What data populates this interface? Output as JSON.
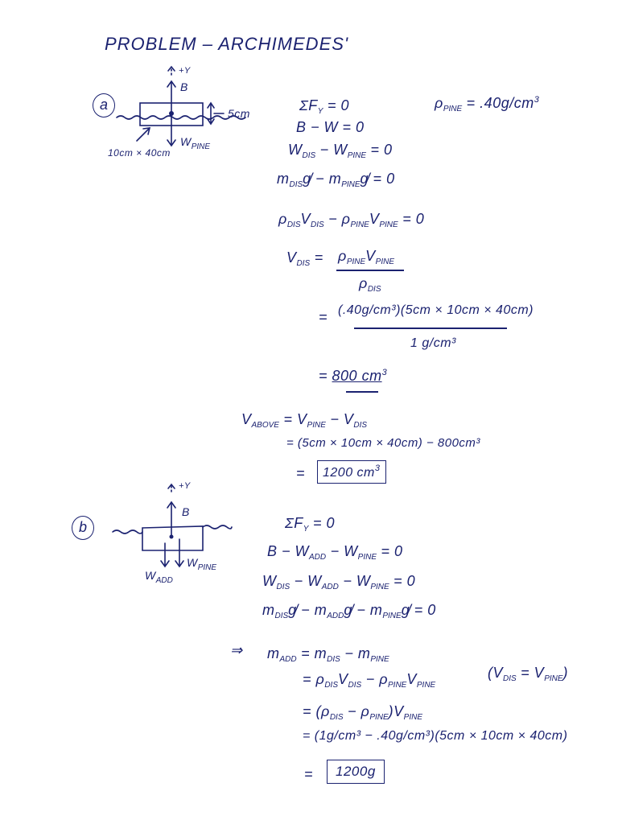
{
  "title": "PROBLEM – ARCHIMEDES'",
  "ink_color": "#1b2270",
  "part_a": {
    "label": "a",
    "diagram": {
      "axis_label": "+Y",
      "buoyancy_label": "B",
      "weight_label": "W",
      "weight_sub": "PINE",
      "height_label": "5cm",
      "base_label": "10cm × 40cm"
    },
    "given": {
      "symbol": "ρ",
      "sub": "PINE",
      "value": "= .40g/cm",
      "unit_exp": "3"
    },
    "equations": [
      {
        "text": "ΣF",
        "sub": "Y",
        "rest": " = 0"
      },
      {
        "text": "B − W = 0"
      },
      {
        "text": "W",
        "sub": "DIS",
        "rest": " − W",
        "sub2": "PINE",
        "rest2": " = 0"
      },
      {
        "text": "m",
        "sub": "DIS",
        "rest": "g̸ − m",
        "sub2": "PINE",
        "rest2": "g̸ = 0"
      },
      {
        "text": "ρ",
        "sub": "DIS",
        "rest": "V",
        "sub2": "DIS",
        "rest2": " − ρ",
        "sub3": "PINE",
        "rest3": "V",
        "sub4": "PINE",
        "rest4": " = 0"
      }
    ],
    "vdis": {
      "lhs": "V",
      "lhs_sub": "DIS",
      "eq": "=",
      "numerator": "ρ",
      "num_sub1": "PINE",
      "num_v": "V",
      "num_sub2": "PINE",
      "denominator": "ρ",
      "den_sub": "DIS"
    },
    "substitution": {
      "eq": "=",
      "numerator": "(.40g/cm³)(5cm × 10cm × 40cm)",
      "denominator": "1 g/cm³"
    },
    "result": {
      "eq": "=",
      "value": "800 cm",
      "exp": "3"
    },
    "vabove": {
      "lhs": "V",
      "lhs_sub": "ABOVE",
      "line1": "= V",
      "line1_sub": "PINE",
      "line1_rest": " − V",
      "line1_sub2": "DIS",
      "line2": "= (5cm × 10cm × 40cm) − 800cm³",
      "line3_eq": "=",
      "answer": "1200 cm",
      "answer_exp": "3"
    }
  },
  "part_b": {
    "label": "b",
    "diagram": {
      "axis_label": "+Y",
      "buoyancy_label": "B",
      "w_add_label": "W",
      "w_add_sub": "ADD",
      "w_pine_label": "W",
      "w_pine_sub": "PINE"
    },
    "equations": [
      {
        "text": "ΣF",
        "sub": "Y",
        "rest": " = 0"
      },
      {
        "text": "B − W",
        "sub": "ADD",
        "rest": " − W",
        "sub2": "PINE",
        "rest2": " = 0"
      },
      {
        "text": "W",
        "sub": "DIS",
        "rest": " − W",
        "sub2": "ADD",
        "rest2": " − W",
        "sub3": "PINE",
        "rest3": " = 0"
      },
      {
        "text": "m",
        "sub": "DIS",
        "rest": "g̸ − m",
        "sub2": "ADD",
        "rest2": "g̸ − m",
        "sub3": "PINE",
        "rest3": "g̸ = 0"
      }
    ],
    "solution": {
      "arrow": "⇒",
      "line1_lhs": "m",
      "line1_lhs_sub": "ADD",
      "line1": " = m",
      "line1_sub": "DIS",
      "line1_rest": " − m",
      "line1_sub2": "PINE",
      "line2": "= ρ",
      "line2_sub": "DIS",
      "line2_b": "V",
      "line2_sub2": "DIS",
      "line2_c": " − ρ",
      "line2_sub3": "PINE",
      "line2_d": "V",
      "line2_sub4": "PINE",
      "note": "(V",
      "note_sub": "DIS",
      "note_mid": " = V",
      "note_sub2": "PINE",
      "note_end": ")",
      "line3": "= (ρ",
      "line3_sub": "DIS",
      "line3_b": " − ρ",
      "line3_sub2": "PINE",
      "line3_c": ")V",
      "line3_sub3": "PINE",
      "line4": "= (1g/cm³ − .40g/cm³)(5cm × 10cm × 40cm)",
      "line5_eq": "=",
      "answer": "1200g"
    }
  }
}
